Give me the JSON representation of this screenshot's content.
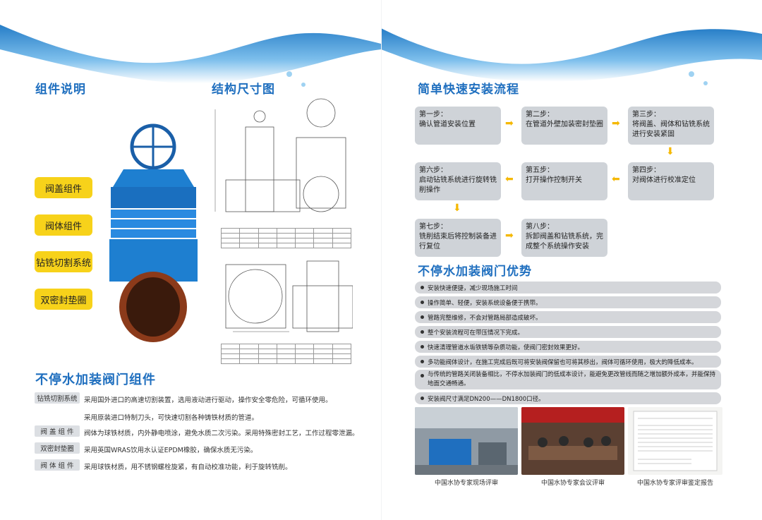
{
  "left": {
    "section1_title": "组件说明",
    "section2_title": "结构尺寸图",
    "components": [
      "阀盖组件",
      "阀体组件",
      "钻铣切割系统",
      "双密封垫圈"
    ],
    "section3_title": "不停水加装阀门组件",
    "details": [
      {
        "tag": "钻铣切割系统",
        "lines": [
          "采用国外进口的高速切割装置，选用液动进行驱动，操作安全零危险，可循环使用。",
          "采用原装进口特制刀头，可快速切割各种铸铁材质的管道。"
        ]
      },
      {
        "tag": "阀 盖 组 件",
        "lines": [
          "阀体为球铁材质，内外静电喷涂，避免水质二次污染。采用特殊密封工艺，工作过程零泄漏。"
        ]
      },
      {
        "tag": "双密封垫圈",
        "lines": [
          "采用英国WRAS饮用水认证EPDM橡胶，确保水质无污染。"
        ]
      },
      {
        "tag": "阀 体 组 件",
        "lines": [
          "采用球铁材质，用不锈钢螺栓旋紧，有自动校准功能，利于旋转铣削。"
        ]
      }
    ]
  },
  "right": {
    "section1_title": "简单快速安装流程",
    "steps": [
      {
        "title": "第一步：",
        "text": "确认管道安装位置"
      },
      {
        "title": "第二步：",
        "text": "在管道外壁加装密封垫圈"
      },
      {
        "title": "第三步：",
        "text": "将阀盖、阀体和钻铣系统进行安装紧固"
      },
      {
        "title": "第四步：",
        "text": "对阀体进行校准定位"
      },
      {
        "title": "第五步：",
        "text": "打开操作控制开关"
      },
      {
        "title": "第六步：",
        "text": "启动钻铣系统进行旋转铣削操作"
      },
      {
        "title": "第七步：",
        "text": "铣削结束后将控制装备进行复位"
      },
      {
        "title": "第八步：",
        "text": "拆卸阀盖和钻铣系统，完成整个系统操作安装"
      }
    ],
    "section2_title": "不停水加装阀门优势",
    "advantages": [
      "安装快速便捷，减少现场施工时间",
      "操作简单、轻便，安装系统设备便于携带。",
      "管路完整维修，不会对管路局部造成破坏。",
      "整个安装流程可在带压情况下完成。",
      "快速清理管道水垢铁锈等杂质功能，使阀门密封效果更好。",
      "多功能阀体设计，在施工完成后既可将安装阀保留也可将其移出，阀体可循环使用，极大的降低成本。",
      "与传统的管路关闭装备相比，不停水加装阀门的低成本设计，能避免更改管线而随之增加额外成本，并能保持地面交通畅通。",
      "安装阀尺寸满足DN200——DN1800口径。"
    ],
    "captions": [
      "中国水协专家现场评审",
      "中国水协专家会议评审",
      "中国水协专家评审鉴定报告"
    ]
  }
}
